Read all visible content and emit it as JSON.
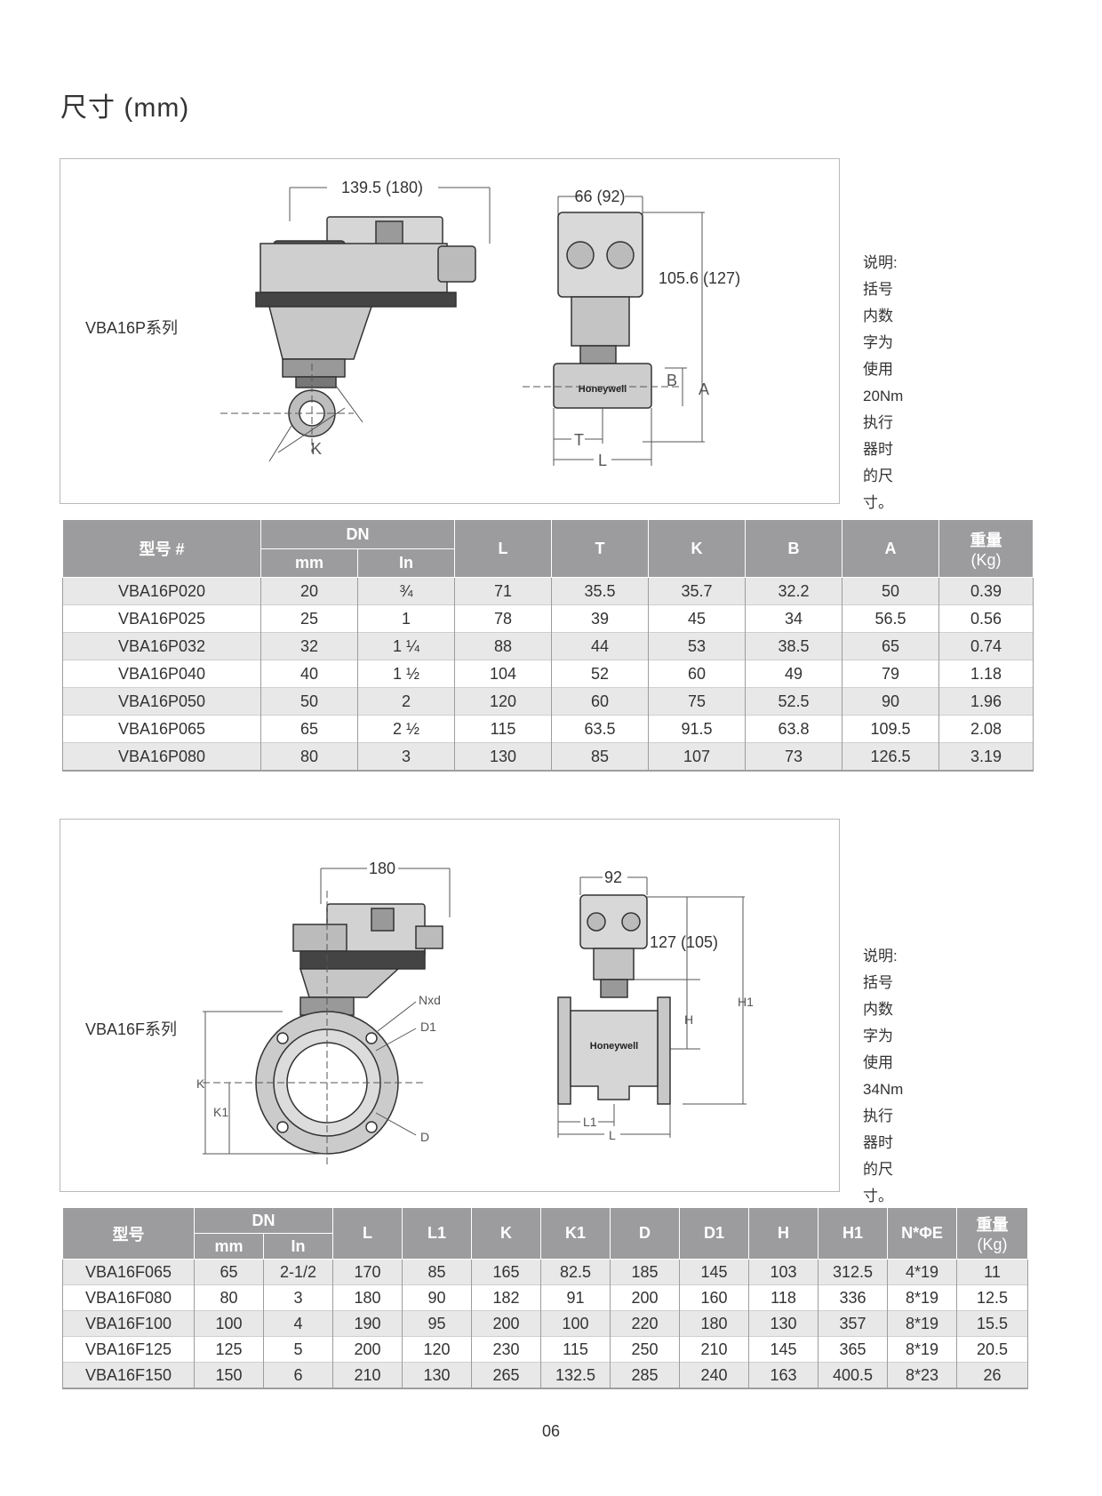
{
  "page": {
    "title": "尺寸 (mm)",
    "page_number": "06"
  },
  "section_p": {
    "series_label": "VBA16P系列",
    "dims": {
      "width": "139.5 (180)",
      "depth": "66 (92)",
      "height": "105.6 (127)",
      "K": "K",
      "B": "B",
      "A": "A",
      "T": "T",
      "L": "L",
      "brand": "Honeywell"
    },
    "note": {
      "title": "说明:",
      "line1": "括号内数字为使用",
      "line2": "20Nm执行器时的尺寸。"
    },
    "table": {
      "header": {
        "model": "型号 #",
        "dn": "DN",
        "mm": "mm",
        "in": "In",
        "L": "L",
        "T": "T",
        "K": "K",
        "B": "B",
        "A": "A",
        "weight": "重量",
        "weight_unit": "(Kg)"
      },
      "rows": [
        {
          "model": "VBA16P020",
          "mm": "20",
          "in": "¾",
          "L": "71",
          "T": "35.5",
          "K": "35.7",
          "B": "32.2",
          "A": "50",
          "kg": "0.39"
        },
        {
          "model": "VBA16P025",
          "mm": "25",
          "in": "1",
          "L": "78",
          "T": "39",
          "K": "45",
          "B": "34",
          "A": "56.5",
          "kg": "0.56"
        },
        {
          "model": "VBA16P032",
          "mm": "32",
          "in": "1 ¼",
          "L": "88",
          "T": "44",
          "K": "53",
          "B": "38.5",
          "A": "65",
          "kg": "0.74"
        },
        {
          "model": "VBA16P040",
          "mm": "40",
          "in": "1 ½",
          "L": "104",
          "T": "52",
          "K": "60",
          "B": "49",
          "A": "79",
          "kg": "1.18"
        },
        {
          "model": "VBA16P050",
          "mm": "50",
          "in": "2",
          "L": "120",
          "T": "60",
          "K": "75",
          "B": "52.5",
          "A": "90",
          "kg": "1.96"
        },
        {
          "model": "VBA16P065",
          "mm": "65",
          "in": "2 ½",
          "L": "115",
          "T": "63.5",
          "K": "91.5",
          "B": "63.8",
          "A": "109.5",
          "kg": "2.08"
        },
        {
          "model": "VBA16P080",
          "mm": "80",
          "in": "3",
          "L": "130",
          "T": "85",
          "K": "107",
          "B": "73",
          "A": "126.5",
          "kg": "3.19"
        }
      ]
    }
  },
  "section_f": {
    "series_label": "VBA16F系列",
    "dims": {
      "width": "180",
      "depth": "92",
      "height": "127 (105)",
      "Nxd": "Nxd",
      "D1": "D1",
      "D": "D",
      "K": "K",
      "K1": "K1",
      "H": "H",
      "H1": "H1",
      "L1": "L1",
      "L": "L",
      "brand": "Honeywell"
    },
    "note": {
      "title": "说明:",
      "line1": "括号内数字为使用",
      "line2": "34Nm执行器时的尺寸。"
    },
    "table": {
      "header": {
        "model": "型号",
        "dn": "DN",
        "mm": "mm",
        "in": "In",
        "L": "L",
        "L1": "L1",
        "K": "K",
        "K1": "K1",
        "D": "D",
        "D1": "D1",
        "H": "H",
        "H1": "H1",
        "NE": "N*ΦE",
        "weight": "重量",
        "weight_unit": "(Kg)"
      },
      "rows": [
        {
          "model": "VBA16F065",
          "mm": "65",
          "in": "2-1/2",
          "L": "170",
          "L1": "85",
          "K": "165",
          "K1": "82.5",
          "D": "185",
          "D1": "145",
          "H": "103",
          "H1": "312.5",
          "NE": "4*19",
          "kg": "11"
        },
        {
          "model": "VBA16F080",
          "mm": "80",
          "in": "3",
          "L": "180",
          "L1": "90",
          "K": "182",
          "K1": "91",
          "D": "200",
          "D1": "160",
          "H": "118",
          "H1": "336",
          "NE": "8*19",
          "kg": "12.5"
        },
        {
          "model": "VBA16F100",
          "mm": "100",
          "in": "4",
          "L": "190",
          "L1": "95",
          "K": "200",
          "K1": "100",
          "D": "220",
          "D1": "180",
          "H": "130",
          "H1": "357",
          "NE": "8*19",
          "kg": "15.5"
        },
        {
          "model": "VBA16F125",
          "mm": "125",
          "in": "5",
          "L": "200",
          "L1": "120",
          "K": "230",
          "K1": "115",
          "D": "250",
          "D1": "210",
          "H": "145",
          "H1": "365",
          "NE": "8*19",
          "kg": "20.5"
        },
        {
          "model": "VBA16F150",
          "mm": "150",
          "in": "6",
          "L": "210",
          "L1": "130",
          "K": "265",
          "K1": "132.5",
          "D": "285",
          "D1": "240",
          "H": "163",
          "H1": "400.5",
          "NE": "8*23",
          "kg": "26"
        }
      ]
    }
  }
}
